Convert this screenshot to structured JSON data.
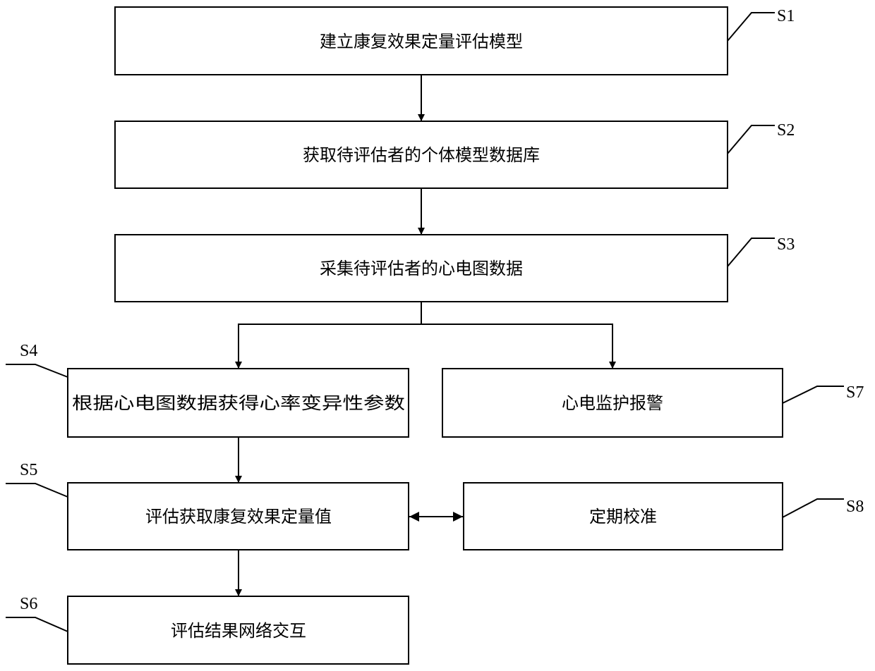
{
  "steps": {
    "s1": {
      "id": "S1",
      "text": "建立康复效果定量评估模型"
    },
    "s2": {
      "id": "S2",
      "text": "获取待评估者的个体模型数据库"
    },
    "s3": {
      "id": "S3",
      "text": "采集待评估者的心电图数据"
    },
    "s4": {
      "id": "S4",
      "text": "根据心电图数据获得心率变异性参数"
    },
    "s5": {
      "id": "S5",
      "text": "评估获取康复效果定量值"
    },
    "s6": {
      "id": "S6",
      "text": "评估结果网络交互"
    },
    "s7": {
      "id": "S7",
      "text": "心电监护报警"
    },
    "s8": {
      "id": "S8",
      "text": "定期校准"
    }
  },
  "connections": [
    {
      "from": "S1",
      "to": "S2",
      "type": "arrow"
    },
    {
      "from": "S2",
      "to": "S3",
      "type": "arrow"
    },
    {
      "from": "S3",
      "to": "S4",
      "type": "arrow"
    },
    {
      "from": "S3",
      "to": "S7",
      "type": "arrow"
    },
    {
      "from": "S4",
      "to": "S5",
      "type": "arrow"
    },
    {
      "from": "S5",
      "to": "S6",
      "type": "arrow"
    },
    {
      "from": "S5",
      "to": "S8",
      "type": "bidirectional-arrow"
    }
  ]
}
